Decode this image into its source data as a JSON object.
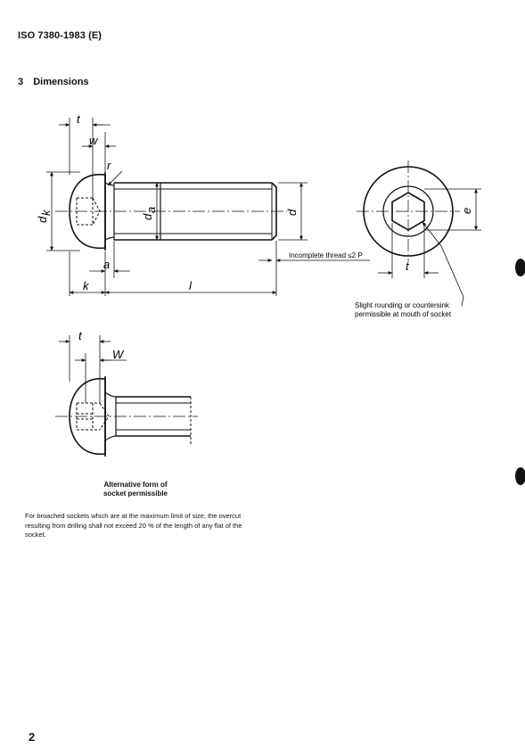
{
  "header": {
    "doc_id": "ISO 7380-1983 (E)"
  },
  "section": {
    "number": "3",
    "title": "Dimensions"
  },
  "figure_main": {
    "labels": {
      "t": "t",
      "w": "w",
      "r": "r",
      "dk": "d",
      "dk_sub": "k",
      "da": "d",
      "da_sub": "a",
      "d": "d",
      "a": "a",
      "k": "k",
      "l": "l",
      "incomplete_thread": "Incomplete thread ≤2 P"
    }
  },
  "figure_end_view": {
    "labels": {
      "e": "e",
      "t": "t",
      "note_line1": "Slight rounding or countersink",
      "note_line2": "permissible at mouth of socket"
    }
  },
  "figure_alt": {
    "labels": {
      "t": "t",
      "w": "W"
    },
    "caption_line1": "Alternative form of",
    "caption_line2": "socket permissible"
  },
  "body_note": "For broached sockets which are at the maximum limit of size, the overcut resulting from drilling shall not exceed 20 % of the length of any flat of the socket.",
  "footer": {
    "page_number": "2"
  }
}
